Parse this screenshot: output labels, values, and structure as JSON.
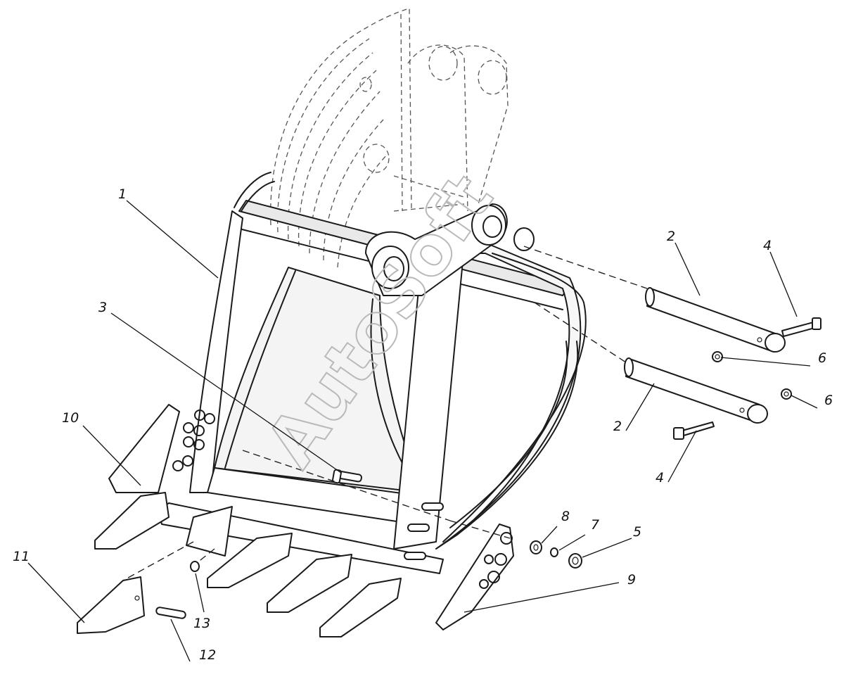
{
  "watermark": "AutoSoft",
  "callouts": [
    {
      "id": "c1",
      "label": "1"
    },
    {
      "id": "c2a",
      "label": "2"
    },
    {
      "id": "c2b",
      "label": "2"
    },
    {
      "id": "c3",
      "label": "3"
    },
    {
      "id": "c4a",
      "label": "4"
    },
    {
      "id": "c4b",
      "label": "4"
    },
    {
      "id": "c5",
      "label": "5"
    },
    {
      "id": "c6a",
      "label": "6"
    },
    {
      "id": "c6b",
      "label": "6"
    },
    {
      "id": "c7",
      "label": "7"
    },
    {
      "id": "c8",
      "label": "8"
    },
    {
      "id": "c9",
      "label": "9"
    },
    {
      "id": "c10",
      "label": "10"
    },
    {
      "id": "c11",
      "label": "11"
    },
    {
      "id": "c12",
      "label": "12"
    },
    {
      "id": "c13",
      "label": "13"
    }
  ]
}
